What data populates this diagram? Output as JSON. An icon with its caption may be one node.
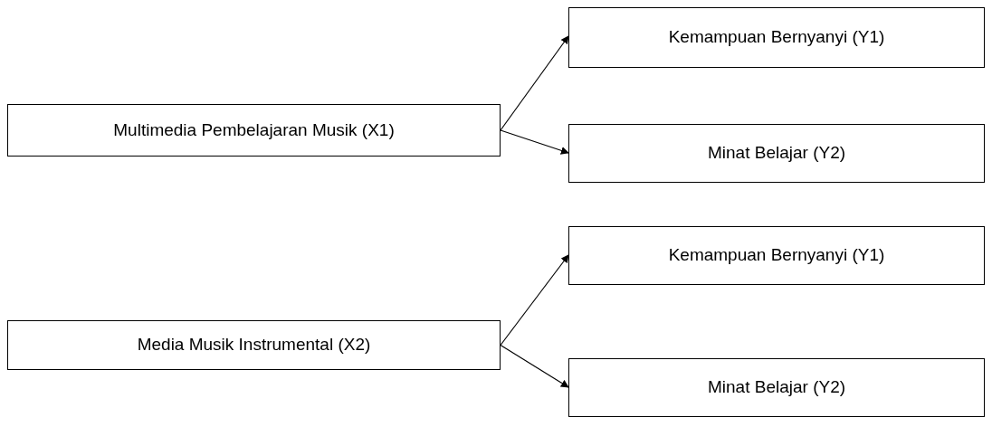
{
  "diagram": {
    "nodes": [
      {
        "text": [
          "Multimedia Pembelajaran Musik (X1)"
        ]
      },
      {
        "text": [
          "Kemampuan Bernyanyi (Y1)"
        ]
      },
      {
        "text": [
          "Minat Belajar (Y2)"
        ]
      },
      {
        "text": [
          "Media Musik Instrumental (X2)"
        ]
      },
      {
        "text": [
          "Kemampuan Bernyanyi (Y1)"
        ]
      },
      {
        "text": [
          "Minat Belajar (Y2)"
        ]
      }
    ],
    "edges": [
      {
        "from": 0,
        "to": 1,
        "arrow": "to"
      },
      {
        "from": 0,
        "to": 2,
        "arrow": "to"
      },
      {
        "from": 3,
        "to": 4,
        "arrow": "to"
      },
      {
        "from": 3,
        "to": 5,
        "arrow": "to"
      }
    ]
  }
}
